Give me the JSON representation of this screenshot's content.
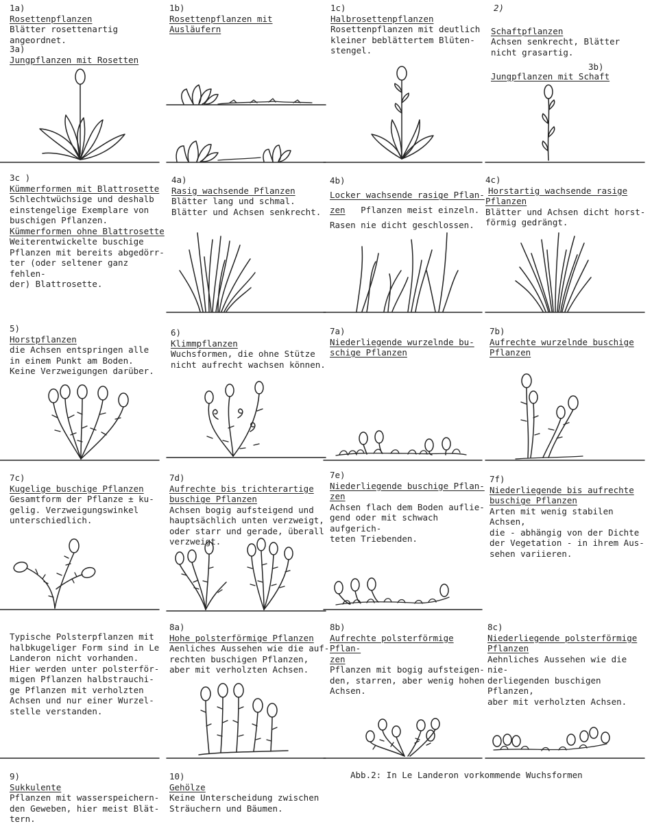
{
  "cells": {
    "c1a": {
      "num": "1a)",
      "title": "Rosettenpflanzen",
      "desc": "Blätter rosettenartig angeordnet."
    },
    "c3a": {
      "num": "3a)",
      "title": "Jungpflanzen mit Rosetten"
    },
    "c1b": {
      "num": "1b)",
      "title": "Rosettenpflanzen mit Ausläufern"
    },
    "c1c": {
      "num": "1c)",
      "title": "Halbrosettenpflanzen",
      "desc": "Rosettenpflanzen mit deutlich\nkleiner beblättertem Blüten-\nstengel."
    },
    "c2": {
      "num": "2)",
      "title": "Schaftpflanzen",
      "desc": "Achsen senkrecht, Blätter\nnicht grasartig."
    },
    "c3b": {
      "num": "3b)",
      "title": "Jungpflanzen mit Schaft"
    },
    "c3c": {
      "num": "3c )",
      "title": "Kümmerformen mit Blattrosette",
      "desc": "Schlechtwüchsige und deshalb\neinstengelige Exemplare von\nbuschigen Pflanzen.",
      "title2": "Kümmerformen ohne Blattrosette",
      "desc2": "Weiterentwickelte buschige\nPflanzen mit bereits abgedörr-\nter (oder seltener ganz fehlen-\nder) Blattrosette."
    },
    "c4a": {
      "num": "4a)",
      "title": "Rasig wachsende Pflanzen",
      "desc": "Blätter lang und schmal.\nBlätter und Achsen senkrecht."
    },
    "c4b": {
      "num": "4b)",
      "title": "Locker wachsende rasige Pflan-",
      "title_cont": "zen",
      "desc": "Pflanzen meist einzeln.",
      "desc2": "Rasen nie dicht geschlossen."
    },
    "c4c": {
      "num": "4c)",
      "title": "Horstartig wachsende rasige",
      "title_cont": "Pflanzen",
      "desc": "Blätter und Achsen dicht horst-\nförmig gedrängt."
    },
    "c5": {
      "num": "5)",
      "title": "Horstpflanzen",
      "desc": "die Achsen entspringen alle\nin einem Punkt am Boden.\nKeine Verzweigungen darüber."
    },
    "c6": {
      "num": "6)",
      "title": "Klimmpflanzen",
      "desc": "Wuchsformen, die ohne Stütze\nnicht aufrecht wachsen können."
    },
    "c7a": {
      "num": "7a)",
      "title": "Niederliegende  wurzelnde bu-",
      "title_cont": "schige Pflanzen"
    },
    "c7b": {
      "num": "7b)",
      "title": "Aufrechte wurzelnde buschige",
      "title_cont": "Pflanzen"
    },
    "c7c": {
      "num": "7c)",
      "title": "Kugelige buschige Pflanzen",
      "desc": "Gesamtform der Pflanze ± ku-\ngelig. Verzweigungswinkel\nunterschiedlich."
    },
    "c7d": {
      "num": "7d)",
      "title": "Aufrechte bis trichterartige",
      "title_cont": "buschige Pflanzen",
      "desc": "Achsen bogig aufsteigend und\nhauptsächlich unten verzweigt,\noder starr und gerade, überall\nverzweigt."
    },
    "c7e": {
      "num": "7e)",
      "title": "Niederliegende buschige Pflan-",
      "title_cont": "zen",
      "desc": "Achsen flach dem Boden auflie-\ngend oder mit schwach aufgerich-\nteten Triebenden."
    },
    "c7f": {
      "num": "7f)",
      "title": "Niederliegende bis aufrechte",
      "title_cont": "buschige Pflanzen",
      "desc": "Arten mit wenig stabilen Achsen,\ndie - abhängig von der Dichte\nder Vegetation - in ihrem Aus-\nsehen variieren."
    },
    "cnote": {
      "desc": "Typische Polsterpflanzen mit\nhalbkugeliger Form sind in Le\nLanderon nicht vorhanden.\nHier werden unter  polsterför-\nmigen Pflanzen halbstrauchi-\nge Pflanzen mit verholzten\nAchsen und nur einer Wurzel-\nstelle verstanden."
    },
    "c8a": {
      "num": "8a)",
      "title": "Hohe polsterförmige Pflanzen",
      "desc": "Aenliches Aussehen wie die auf-\nrechten buschigen Pflanzen,\naber mit verholzten Achsen."
    },
    "c8b": {
      "num": "8b)",
      "title": "Aufrechte polsterförmige Pflan-",
      "title_cont": "zen",
      "desc": "Pflanzen mit bogig aufsteigen-\nden, starren, aber wenig hohen\nAchsen."
    },
    "c8c": {
      "num": "8c)",
      "title": "Niederliegende polsterförmige",
      "title_cont": "Pflanzen",
      "desc": "Aehnliches Aussehen wie die nie-\nderliegenden buschigen Pflanzen,\naber mit verholzten Achsen."
    },
    "c9": {
      "num": "9)",
      "title": "Sukkulente",
      "desc": "Pflanzen mit wasserspeichern-\nden Geweben, hier meist Blät-\ntern."
    },
    "c10": {
      "num": "10)",
      "title": "Gehölze",
      "desc": "Keine Unterscheidung zwischen\nSträuchern und Bäumen."
    }
  },
  "caption": "Abb.2: In Le Landeron vorkommende Wuchsformen"
}
